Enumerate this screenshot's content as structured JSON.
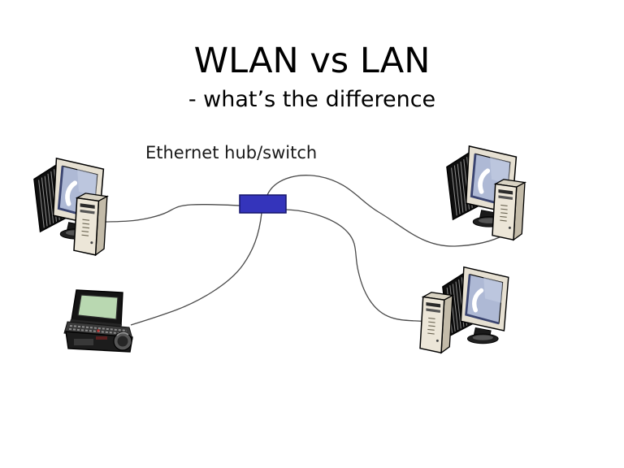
{
  "slide": {
    "title": "WLAN vs LAN",
    "subtitle": "- what’s the difference",
    "background": "#ffffff",
    "text_color": "#000000"
  },
  "diagram": {
    "hub": {
      "label": "Ethernet hub/switch",
      "fill": "#3434bb",
      "border": "#15156b"
    },
    "cable_color": "#4a4a4a",
    "nodes": [
      {
        "id": "desktop-top-left",
        "type": "desktop-computer",
        "connected_to": "hub"
      },
      {
        "id": "desktop-top-right",
        "type": "desktop-computer",
        "connected_to": "hub"
      },
      {
        "id": "desktop-bottom-right",
        "type": "desktop-computer",
        "connected_to": "hub"
      },
      {
        "id": "laptop-bottom-left",
        "type": "laptop",
        "connected_to": "hub"
      }
    ]
  }
}
